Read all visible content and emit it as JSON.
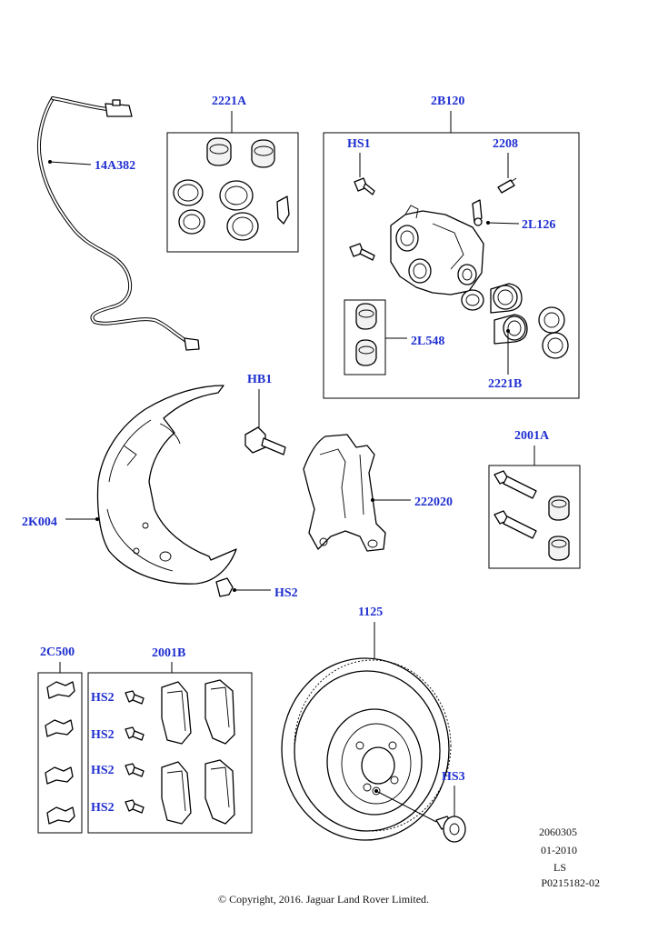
{
  "labels": {
    "wear_sensor": "14A382",
    "seal_kit": "2221A",
    "caliper_assembly": "2B120",
    "bolt_hs1": "HS1",
    "bleed_screw": "2208",
    "bleed_cap": "2L126",
    "boot_kit": "2L548",
    "piston_kit": "2221B",
    "bolt_hb1": "HB1",
    "shield": "2K004",
    "carrier": "222020",
    "guide_pin_kit": "2001A",
    "screw_hs2_shield": "HS2",
    "disc": "1125",
    "clip_kit": "2C500",
    "pad_kit": "2001B",
    "pad_screws": [
      "HS2",
      "HS2",
      "HS2",
      "HS2"
    ],
    "screw_hs3": "HS3"
  },
  "meta": {
    "code_1": "2060305",
    "code_2": "01-2010",
    "code_3": "LS",
    "code_4": "P0215182-02",
    "copyright": "© Copyright, 2016. Jaguar Land Rover Limited."
  }
}
